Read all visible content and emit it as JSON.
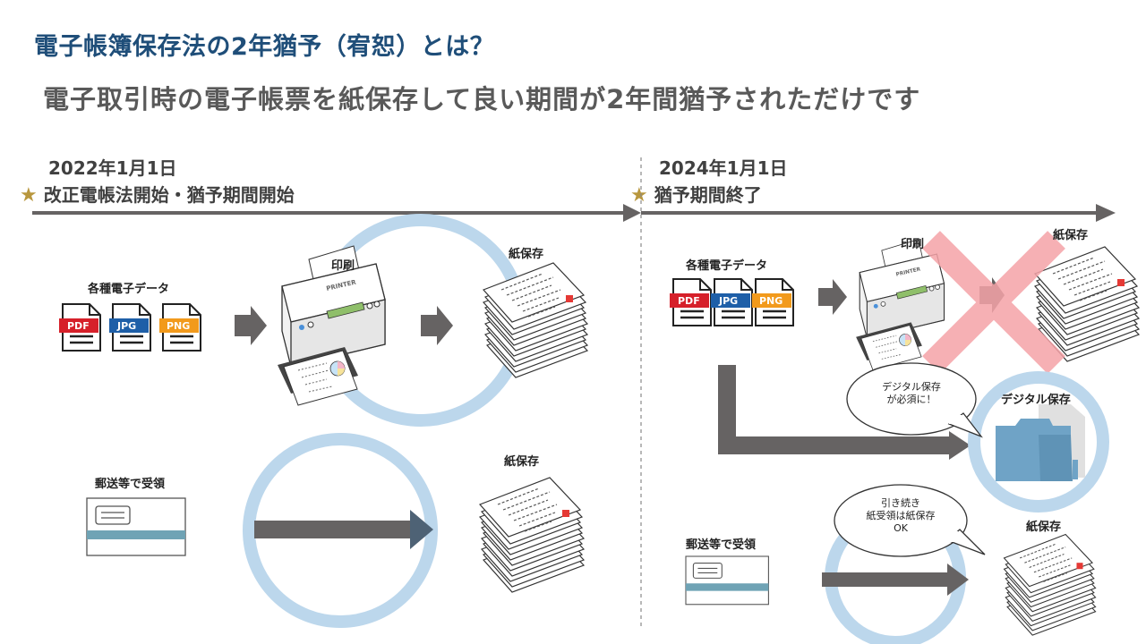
{
  "title": "電子帳簿保存法の2年猶予（宥恕）とは？",
  "subtitle": "電子取引時の電子帳票を紙保存して良い期間が2年間猶予されただけです",
  "timeline": {
    "left": {
      "date": "2022年1月1日",
      "star": "★",
      "event": "改正電帳法開始・猶予期間開始"
    },
    "right": {
      "date": "2024年1月1日",
      "star": "★",
      "event": "猶予期間終了"
    }
  },
  "left_panel": {
    "data_label": "各種電子データ",
    "file_types": [
      "PDF",
      "JPG",
      "PNG"
    ],
    "print_label": "印刷",
    "printer_text": "PRINTER",
    "paper_label_1": "紙保存",
    "mail_label": "郵送等で受領",
    "paper_label_2": "紙保存"
  },
  "right_panel": {
    "data_label": "各種電子データ",
    "file_types": [
      "PDF",
      "JPG",
      "PNG"
    ],
    "print_label": "印刷",
    "printer_text": "PRINTER",
    "paper_label_1": "紙保存",
    "bubble_1_line1": "デジタル保存",
    "bubble_1_line2": "が必須に！",
    "digital_label": "デジタル保存",
    "bubble_2_line1": "引き続き",
    "bubble_2_line2": "紙受領は紙保存",
    "bubble_2_line3": "OK",
    "mail_label": "郵送等で受領",
    "paper_label_2": "紙保存"
  },
  "colors": {
    "title": "#1f4e79",
    "pdf": "#d6202a",
    "jpg": "#1e5fa8",
    "png": "#f29a1c",
    "circle": "#bcd7ec",
    "arrow": "#666363",
    "cross": "#f5a3a8",
    "folder": "#6fa3c6",
    "star": "#b8973e"
  }
}
